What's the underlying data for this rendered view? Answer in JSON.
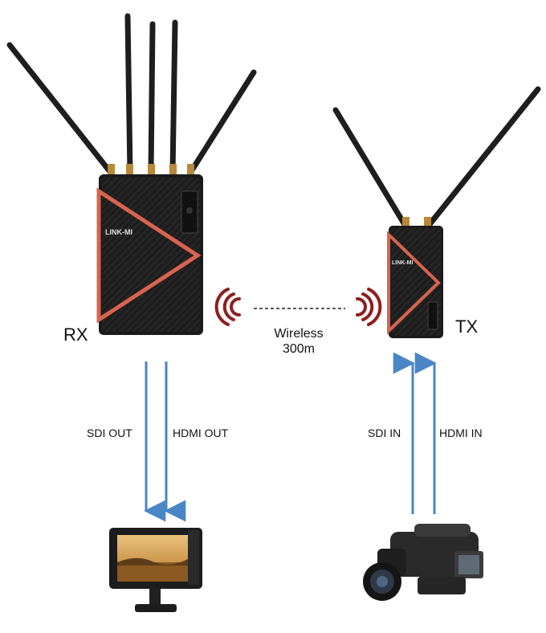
{
  "devices": {
    "rx_label": "RX",
    "tx_label": "TX",
    "brand_text": "LINK-MI"
  },
  "link": {
    "line1": "Wireless",
    "line2": "300m"
  },
  "signals": {
    "sdi_out": "SDI OUT",
    "hdmi_out": "HDMI OUT",
    "sdi_in": "SDI IN",
    "hdmi_in": "HDMI IN"
  },
  "colors": {
    "arrow": "#4a86c5",
    "accent": "#d9644f",
    "wave": "#8e1e1e",
    "device": "#1a1a1a"
  }
}
